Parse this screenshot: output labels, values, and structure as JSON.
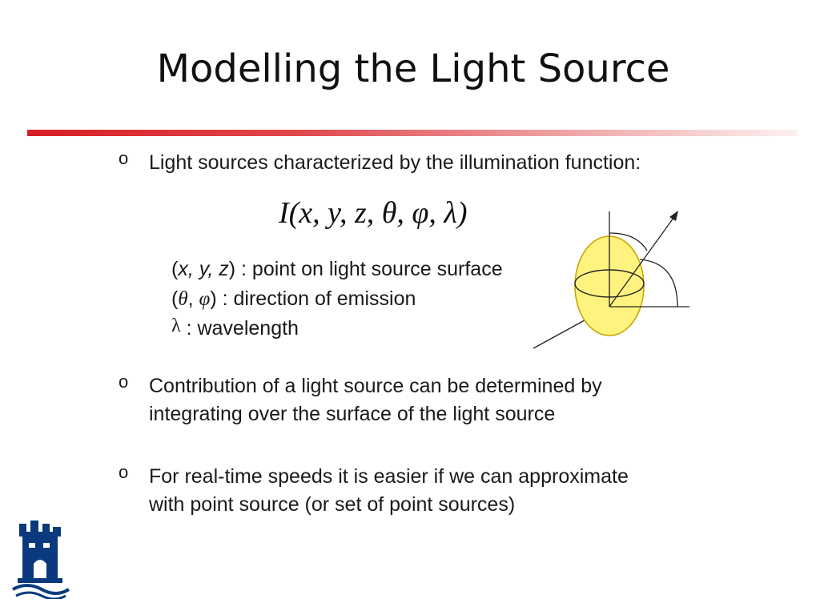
{
  "slide": {
    "title": "Modelling the Light Source",
    "bullet_marker": "o",
    "bullets": [
      {
        "lines": [
          "Light sources characterized by the illumination function:"
        ]
      },
      {
        "lines": [
          "Contribution of a light source can be determined by",
          "integrating over the surface of the light source"
        ]
      },
      {
        "lines": [
          "For real-time speeds it is easier if we can approximate",
          "with point source (or set of point sources)"
        ]
      }
    ],
    "formula": "I(x, y, z, θ, φ, λ)",
    "definitions": {
      "position": {
        "open": "(",
        "vars": "x, y, z",
        "close": ")",
        "desc": " : point on light source surface"
      },
      "direction": {
        "open": "(",
        "theta": "θ",
        "sep": ", ",
        "phi": "φ",
        "close": ")",
        "desc": " : direction of emission"
      },
      "wavelength": {
        "symbol": "λ",
        "desc": " : wavelength"
      }
    }
  },
  "colors": {
    "rule_start": "#d81e26",
    "rule_end": "#fdf1f1",
    "sphere_fill": "#fff380",
    "sphere_stroke": "#c9a400",
    "logo_blue": "#0a3a7d"
  },
  "icons": {
    "diagram": "light-emission-sphere-diagram",
    "logo": "castle-tower-crest-logo"
  }
}
